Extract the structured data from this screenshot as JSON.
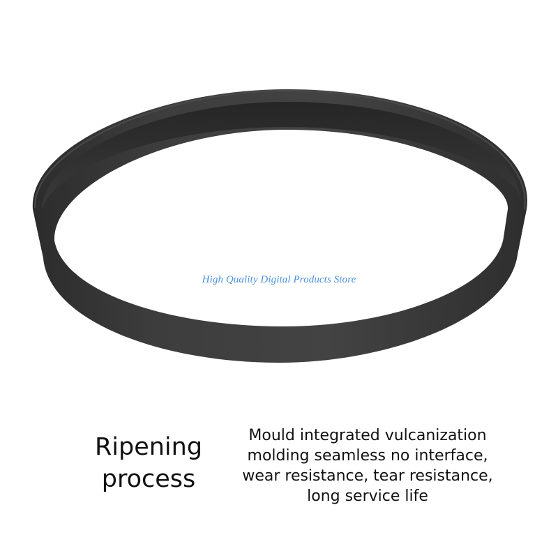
{
  "product": {
    "image_subject": "black rubber drive belt ring",
    "belt_color": "#3b3b3b"
  },
  "watermark": {
    "text": "High Quality Digital Products Store",
    "color": "#4a90d9"
  },
  "caption": {
    "title_lines": [
      "Ripening",
      "process"
    ],
    "description_lines": [
      "Mould integrated vulcanization",
      "molding seamless no interface,",
      "wear resistance, tear resistance,",
      "long service life"
    ]
  }
}
